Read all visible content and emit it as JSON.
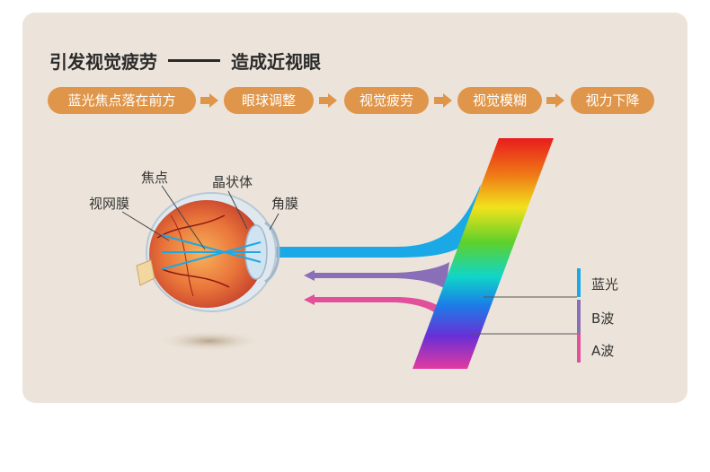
{
  "title": {
    "left": "引发视觉疲劳",
    "right": "造成近视眼"
  },
  "steps": [
    {
      "label": "蓝光焦点落在前方"
    },
    {
      "label": "眼球调整"
    },
    {
      "label": "视觉疲劳"
    },
    {
      "label": "视觉模糊"
    },
    {
      "label": "视力下降"
    }
  ],
  "eye_labels": {
    "focus": "焦点",
    "lens": "晶状体",
    "retina": "视网膜",
    "cornea": "角膜"
  },
  "legend": {
    "blue_light": "蓝光",
    "b_wave": "B波",
    "a_wave": "A波"
  },
  "colors": {
    "card_bg": "#ece4da",
    "pill_bg": "#e0964a",
    "blue_light": "#1aa9e6",
    "b_wave": "#8a6fb8",
    "a_wave": "#e0509b"
  }
}
